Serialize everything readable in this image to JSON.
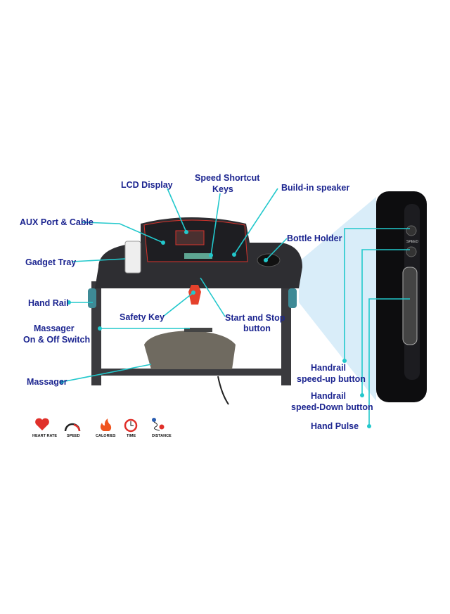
{
  "callouts": {
    "lcd_display": "LCD Display",
    "speed_shortcut_1": "Speed Shortcut",
    "speed_shortcut_2": "Keys",
    "speaker": "Build-in speaker",
    "aux": "AUX Port & Cable",
    "bottle": "Bottle Holder",
    "gadget": "Gadget Tray",
    "hand_rail": "Hand Rail",
    "safety_key": "Safety Key",
    "start_stop_1": "Start and Stop",
    "start_stop_2": "button",
    "massager_switch_1": "Massager",
    "massager_switch_2": "On & Off Switch",
    "massager": "Massager",
    "speed_up_1": "Handrail",
    "speed_up_2": "speed-up button",
    "speed_down_1": "Handrail",
    "speed_down_2": "speed-Down button",
    "hand_pulse": "Hand Pulse",
    "handle_speed_label": "SPEED"
  },
  "features": [
    {
      "label": "HEART RATE",
      "icon": "heart-icon"
    },
    {
      "label": "SPEED",
      "icon": "speedometer-icon"
    },
    {
      "label": "CALORIES",
      "icon": "flame-icon"
    },
    {
      "label": "TIME",
      "icon": "clock-icon"
    },
    {
      "label": "DISTANCE",
      "icon": "route-pin-icon"
    }
  ],
  "colors": {
    "label": "#1c2590",
    "leader": "#22c8cc",
    "accent": "#e0302a"
  }
}
